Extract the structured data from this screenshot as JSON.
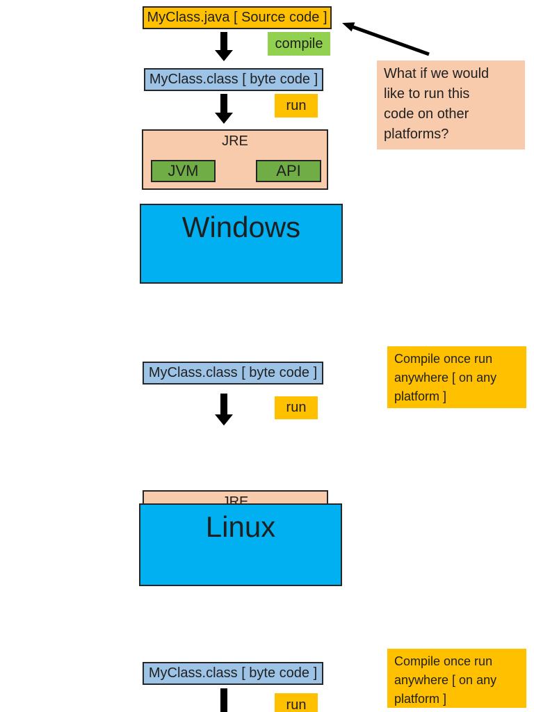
{
  "labels": {
    "source_box": "MyClass.java [ Source code ]",
    "bytecode_box": "MyClass.class [ byte code ]",
    "compile": "compile",
    "run": "run",
    "jre": "JRE",
    "jvm": "JVM",
    "api": "API"
  },
  "platforms": {
    "windows": "Windows",
    "linux": "Linux"
  },
  "notes": {
    "question_lines": [
      "What if we would",
      "like to run this",
      "code on other",
      "platforms?"
    ],
    "compile_once_lines": [
      "Compile once run",
      "anywhere [ on any",
      "platform ]"
    ]
  },
  "icons": [
    "compile-arrow-down-icon",
    "run-arrow-down-icon",
    "annotation-arrow-icon"
  ],
  "colors": {
    "amber": "#FFC000",
    "compile_green": "#92D050",
    "jvm_green": "#70AD47",
    "bytecode_blue": "#9DC3E6",
    "peach": "#F8CBAD",
    "platform_cyan": "#00B0F0",
    "border": "#262626",
    "text": "#1F1F1F",
    "background": "#FFFFFF"
  }
}
